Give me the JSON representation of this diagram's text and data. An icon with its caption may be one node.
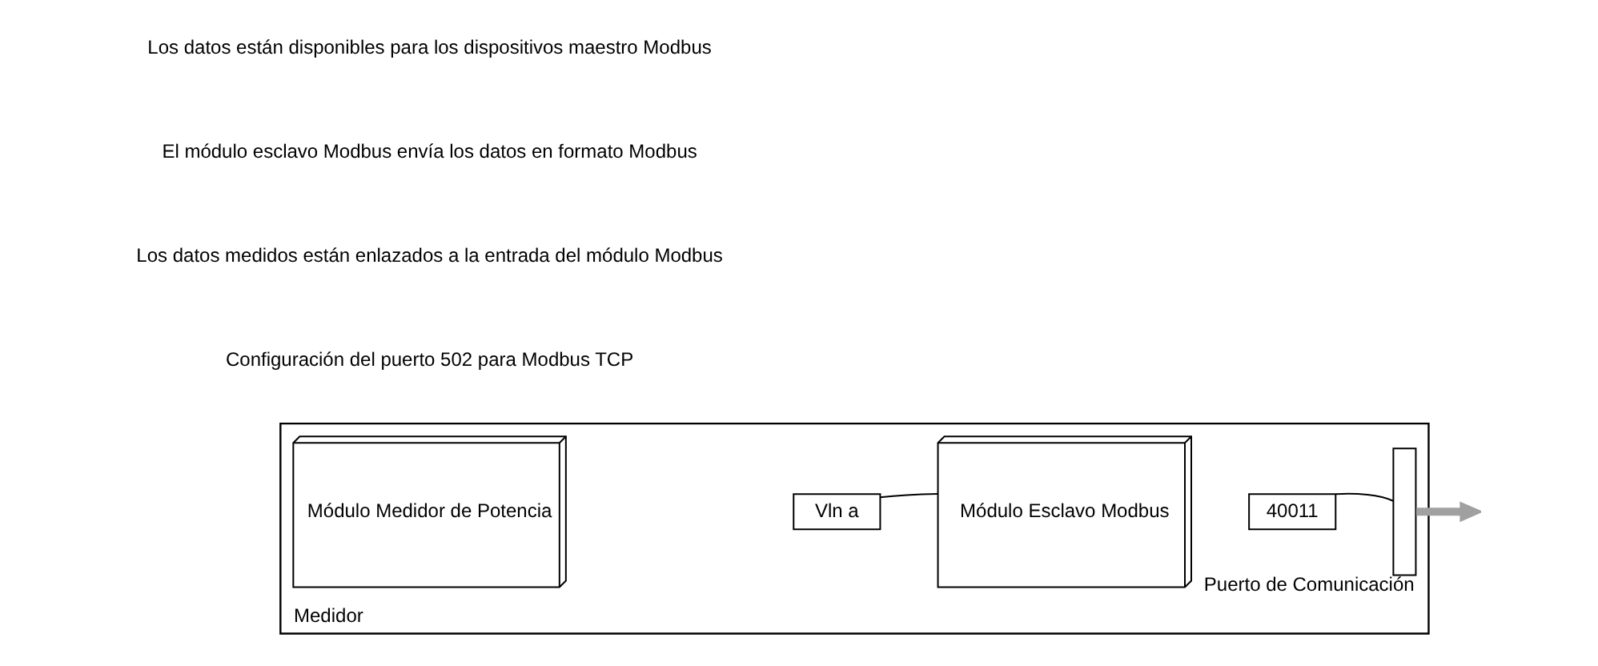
{
  "diagram": {
    "nodes": [
      {
        "text": [],
        "shape": "box",
        "beside": [
          "Medidor"
        ]
      },
      {
        "text": [
          "Módulo Medidor de Potencia"
        ],
        "in": 0
      },
      {
        "text": [
          "Vln a"
        ],
        "in": 0
      },
      {
        "text": [
          "Módulo Esclavo Modbus"
        ],
        "in": 0
      },
      {
        "text": [
          "40011"
        ],
        "in": 0
      },
      {
        "text": [],
        "shape": "bar",
        "in": 0,
        "beside": [
          "Puerto de Comunicación"
        ]
      }
    ],
    "edges": [
      {
        "from": 2,
        "to": 3,
        "arrow": "none"
      },
      {
        "from": 4,
        "to": 5,
        "arrow": "none"
      },
      {
        "from": 5,
        "to": null,
        "arrow": "to",
        "style": "thick",
        "color": "#a0a0a0"
      }
    ],
    "labels": [
      "Configuración del puerto 502 para Modbus TCP",
      "Los datos medidos están enlazados a la entrada del módulo Modbus",
      "El módulo esclavo Modbus envía los datos en formato Modbus",
      "Los datos están disponibles para los dispositivos maestro Modbus"
    ]
  }
}
